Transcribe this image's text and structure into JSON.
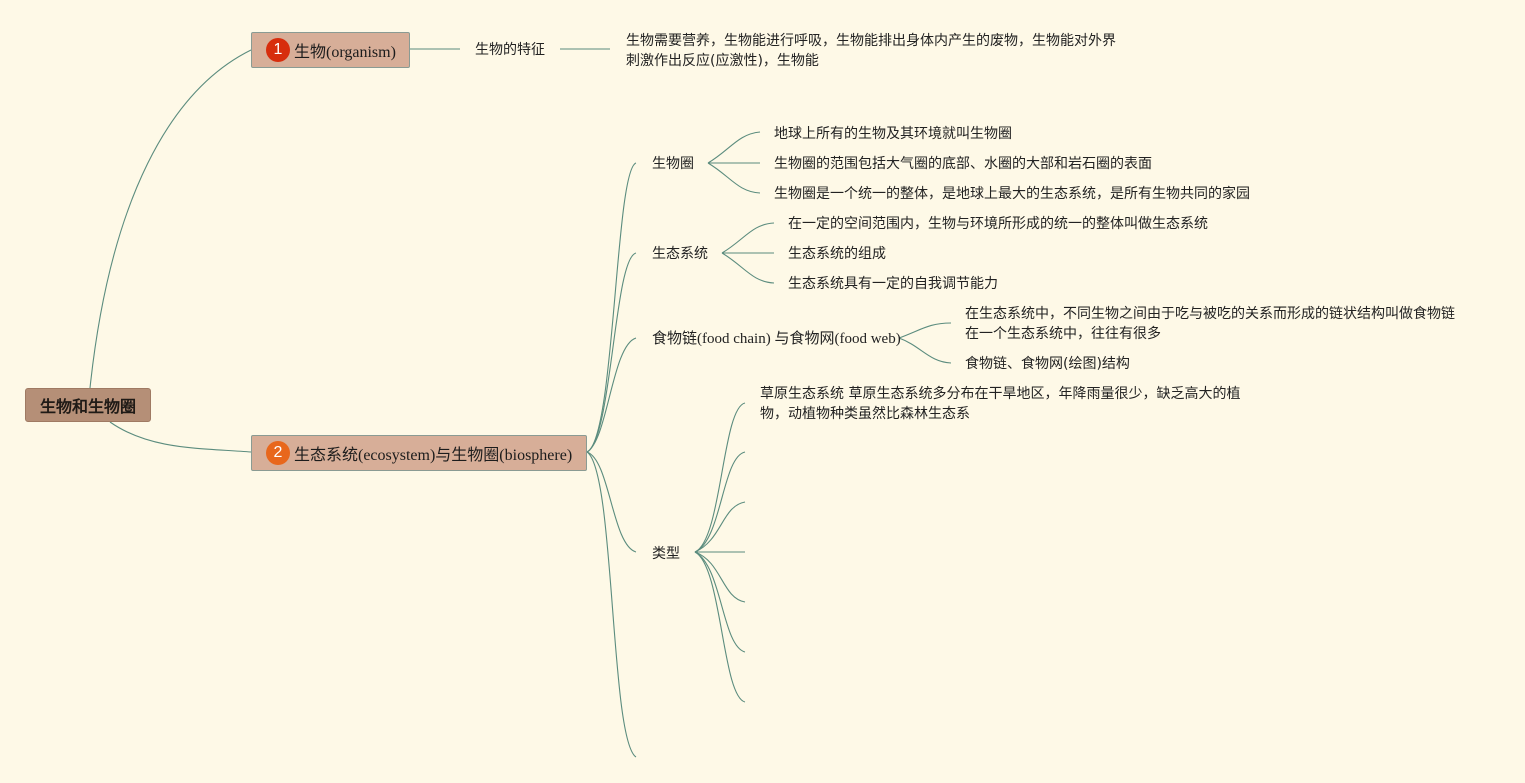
{
  "colors": {
    "background": "#fef9e7",
    "link": "#5b8c7e",
    "root_fill": "#b58f77",
    "main_fill": "#d7ae98",
    "badge1": "#d72d0d",
    "badge2": "#e8671c"
  },
  "root": {
    "label": "生物和生物圈"
  },
  "organism": {
    "badge": "1",
    "label": "生物(organism)",
    "feature": {
      "label": "生物的特征",
      "desc": "生物需要营养，生物能进行呼吸，生物能排出身体内产生的废物，生物能对外界刺激作出反应(应激性)，生物能"
    }
  },
  "ecosystem": {
    "badge": "2",
    "label": "生态系统(ecosystem)与生物圈(biosphere)",
    "biosphere": {
      "label": "生物圈",
      "items": [
        "地球上所有的生物及其环境就叫生物圈",
        "生物圈的范围包括大气圈的底部、水圈的大部和岩石圈的表面",
        "生物圈是一个统一的整体，是地球上最大的生态系统，是所有生物共同的家园"
      ]
    },
    "system": {
      "label": "生态系统",
      "items": [
        "在一定的空间范围内，生物与环境所形成的统一的整体叫做生态系统",
        "生态系统的组成",
        "生态系统具有一定的自我调节能力"
      ]
    },
    "foodchain": {
      "label": "食物链(food chain) 与食物网(food web)",
      "items": [
        "在生态系统中，不同生物之间由于吃与被吃的关系而形成的链状结构叫做食物链在一个生态系统中，往往有很多",
        "食物链、食物网(绘图)结构"
      ]
    },
    "types": {
      "label": "类型",
      "items": [
        "草原生态系统 草原生态系统多分布在干旱地区，年降雨量很少，缺乏高大的植物，动植物种类虽然比森林生态系"
      ]
    }
  }
}
